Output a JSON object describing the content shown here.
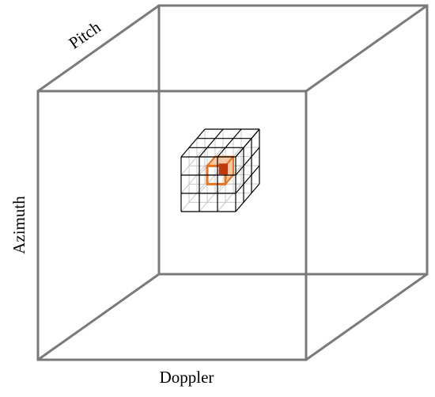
{
  "diagram": {
    "axis_labels": {
      "pitch": "Pitch",
      "azimuth": "Azimuth",
      "doppler": "Doppler"
    },
    "colors": {
      "outer_cube": "#7a7a7a",
      "grid_front": "#000000",
      "grid_hidden": "#c8c8c8",
      "highlight_edge": "#e8731c",
      "highlight_fill": "#f5c9a4",
      "highlight_core": "#c2390e"
    },
    "grid": {
      "divisions": 3
    }
  }
}
